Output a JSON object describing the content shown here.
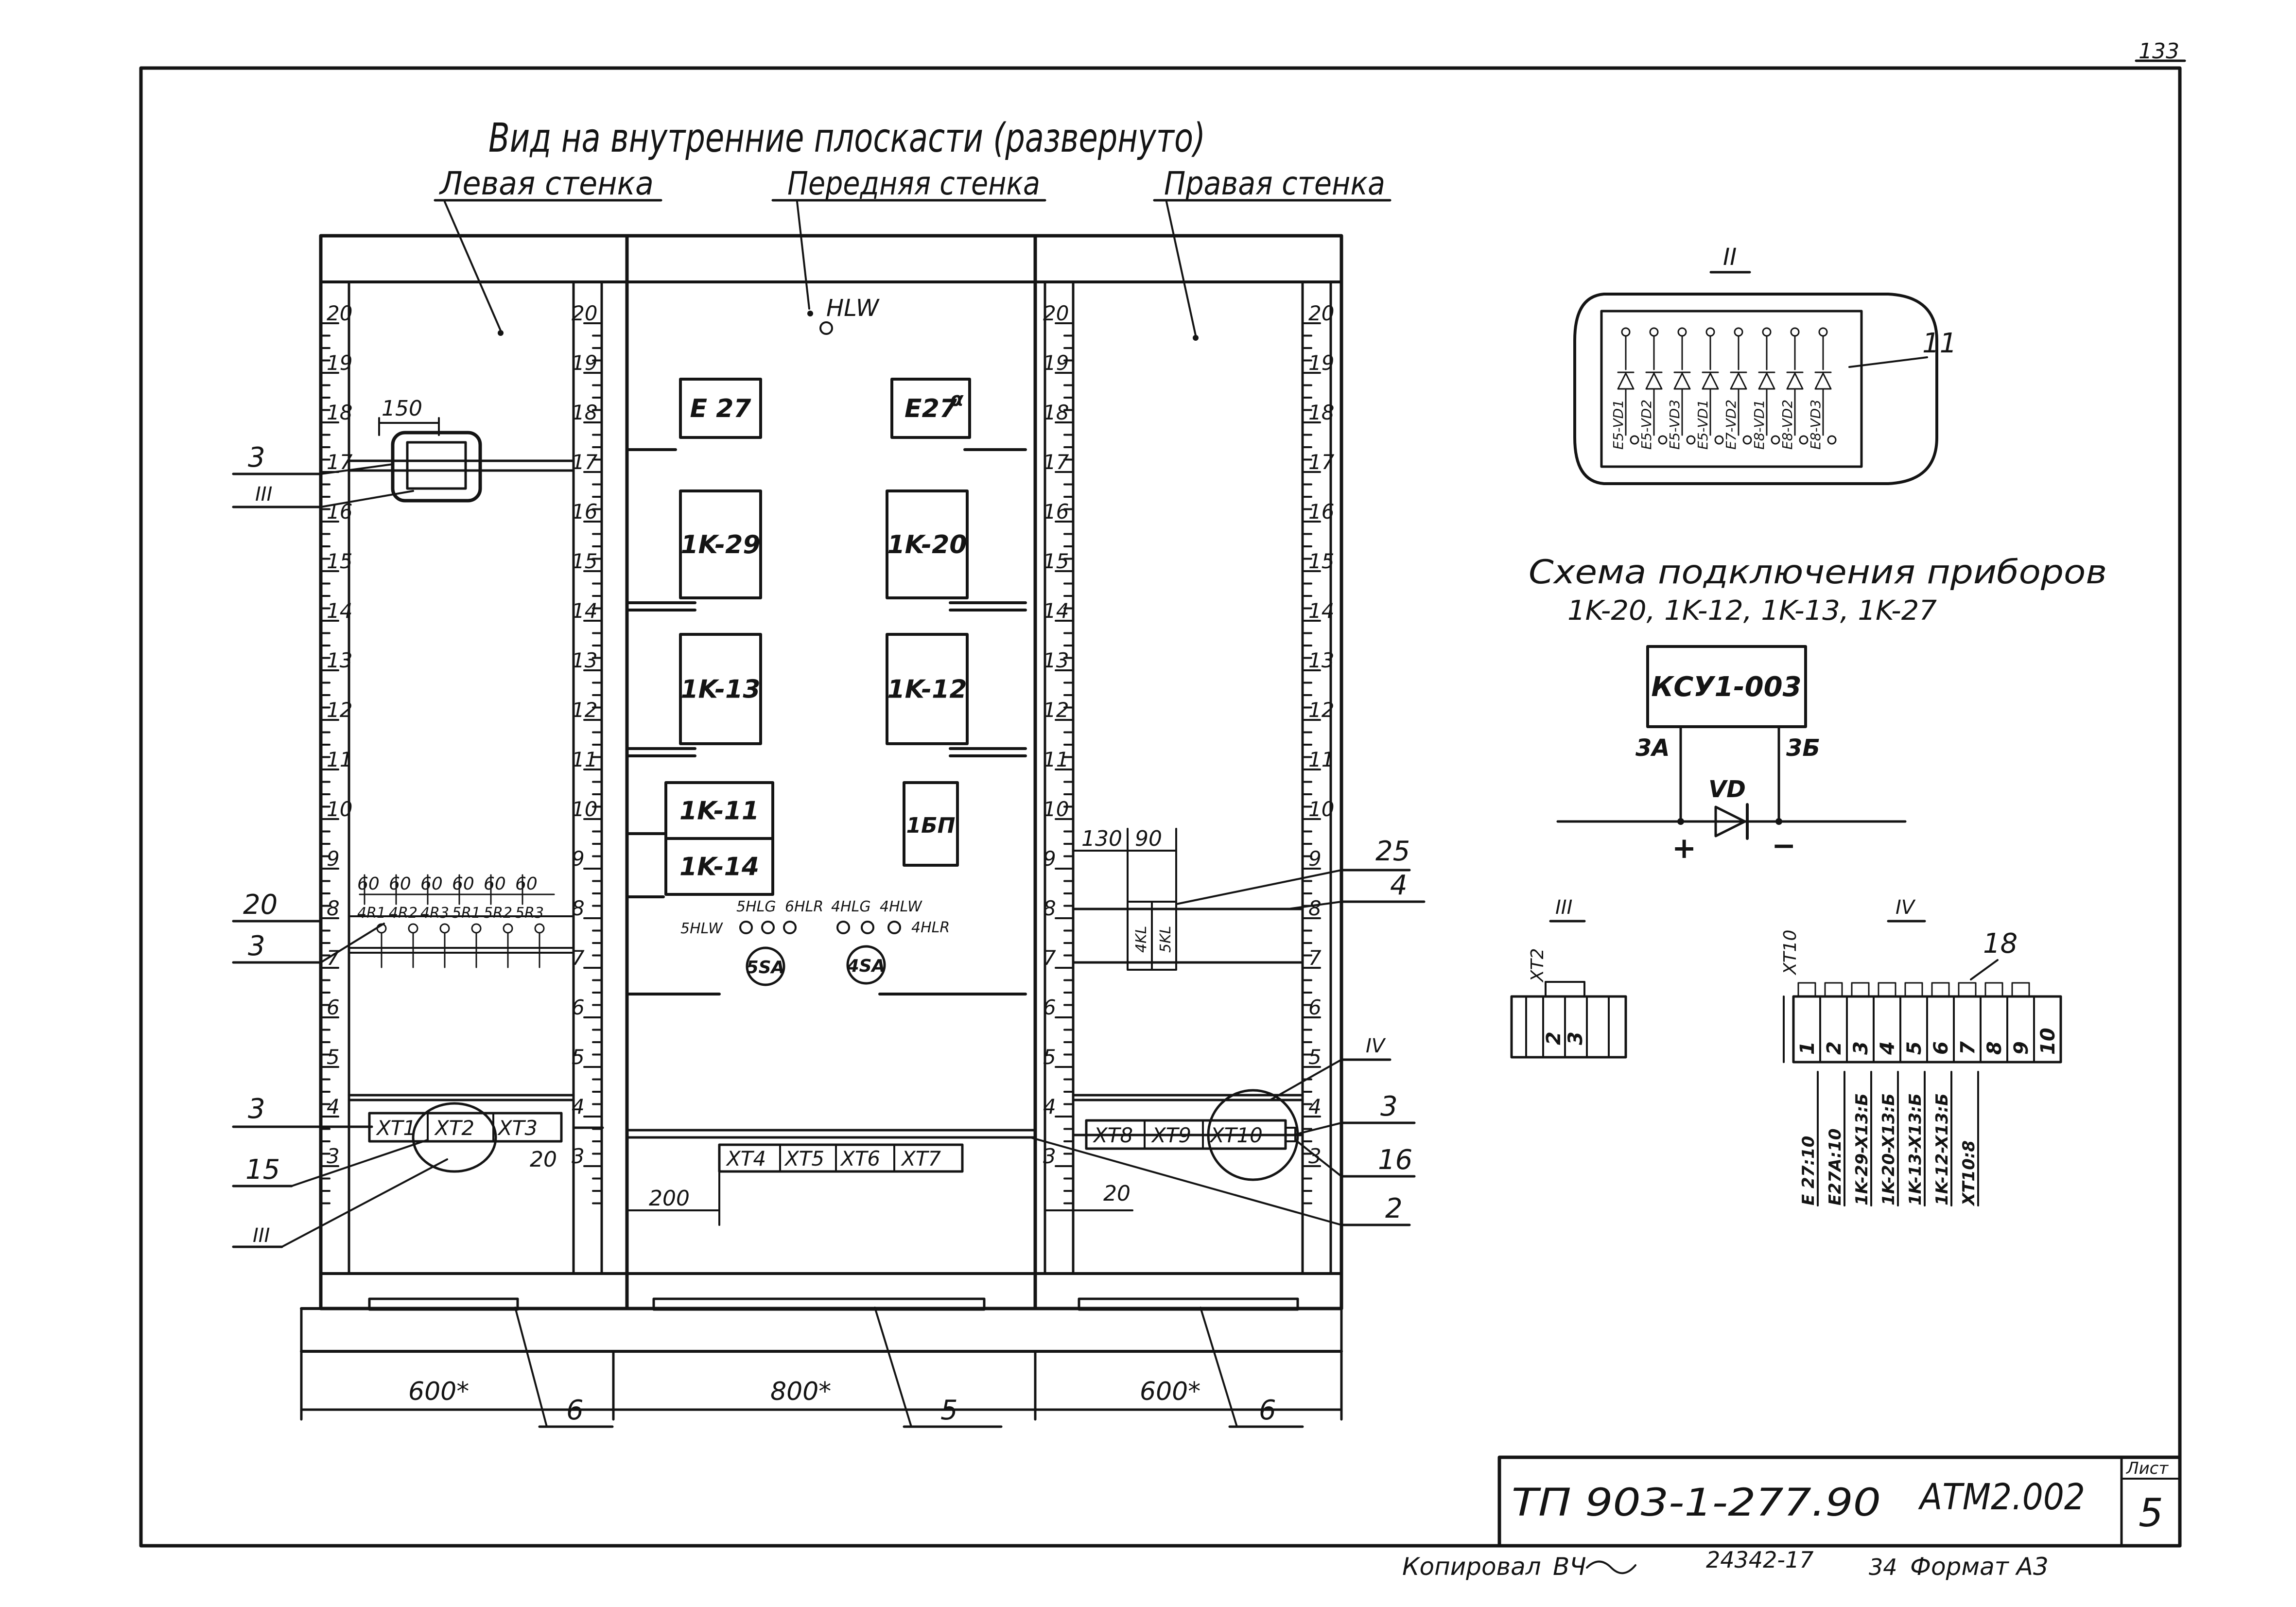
{
  "sheet_corner": "133",
  "title": {
    "main": "Вид на внутренние плоскасти (развернуто)",
    "left_wall": "Левая стенка",
    "front_wall": "Передняя стенка",
    "right_wall": "Правая стенка"
  },
  "scale_numbers": [
    "20",
    "19",
    "18",
    "17",
    "16",
    "15",
    "14",
    "13",
    "12",
    "11",
    "10",
    "9",
    "8",
    "7",
    "6",
    "5",
    "4",
    "3"
  ],
  "front_panel": {
    "lamp_top": "HLW",
    "devices": [
      "E 27",
      "E27",
      "1K-29",
      "1K-20",
      "1K-13",
      "1K-12",
      "1K-11",
      "1K-14",
      "1БП"
    ],
    "e27a_suffix": "α",
    "lamps_upper": [
      "5HLG",
      "6HLR",
      "4HLG",
      "4HLW"
    ],
    "lamp_left": "5HLW",
    "lamp_right": "4HLR",
    "switches": [
      "5SA",
      "4SA"
    ],
    "terminals": [
      "XT4",
      "XT5",
      "XT6",
      "XT7"
    ]
  },
  "left_panel": {
    "dim_150": "150",
    "dim_60": [
      "60",
      "60",
      "60",
      "60",
      "60",
      "60"
    ],
    "resistors": [
      "4R1",
      "4R2",
      "4R3",
      "5R1",
      "5R2",
      "5R3"
    ],
    "terminals": [
      "XT1",
      "XT2",
      "XT3"
    ],
    "dim_20": "20"
  },
  "right_panel": {
    "dim_130": "130",
    "dim_90": "90",
    "relays": [
      "4KL",
      "5KL"
    ],
    "terminals": [
      "XT8",
      "XT9",
      "XT10"
    ],
    "dim_20": "20"
  },
  "callouts": {
    "l_3a": "3",
    "l_iii_a": "III",
    "l_20": "20",
    "l_3b": "3",
    "l_3c": "3",
    "l_15": "15",
    "l_iii_b": "III",
    "r_25": "25",
    "r_4": "4",
    "r_iv": "IV",
    "r_3": "3",
    "r_16": "16",
    "r_2": "2",
    "dim_200": "200",
    "dim_20b": "20"
  },
  "bottom": {
    "dims": [
      "600*",
      "800*",
      "600*"
    ],
    "labels": [
      "6",
      "5",
      "6"
    ]
  },
  "view_ii": {
    "title": "II",
    "diodes": [
      "E5-VD1",
      "E5-VD2",
      "E5-VD3",
      "E5-VD1",
      "E7-VD2",
      "E8-VD1",
      "E8-VD2",
      "E8-VD3"
    ],
    "callout": "11"
  },
  "schema": {
    "title": "Схема подключения приборов",
    "subtitle": "1K-20, 1K-12, 1K-13, 1K-27",
    "device": "КСУ1-003",
    "pin_a": "3A",
    "pin_b": "3Б",
    "vd": "VD",
    "plus": "+",
    "minus": "−"
  },
  "view_iii": {
    "title": "III",
    "block": "XT2",
    "pins": [
      "2",
      "3"
    ]
  },
  "view_iv": {
    "title": "IV",
    "block": "XT10",
    "callout": "18",
    "pins": [
      "1",
      "2",
      "3",
      "4",
      "5",
      "6",
      "7",
      "8",
      "9",
      "10"
    ],
    "wires": [
      "E 27:10",
      "E27A:10",
      "1K-29-X13:Б",
      "1K-20-X13:Б",
      "1K-13-X13:Б",
      "1K-12-X13:Б",
      "XT10:8"
    ]
  },
  "stamp": {
    "doc_number": "ТП 903-1-277.90",
    "code": "АТМ2.002",
    "sheet_label": "Лист",
    "sheet_number": "5"
  },
  "footer": {
    "copied": "Копировал",
    "initials": "ВЧ",
    "number": "24342-17",
    "page": "34",
    "format": "Формат А3"
  }
}
